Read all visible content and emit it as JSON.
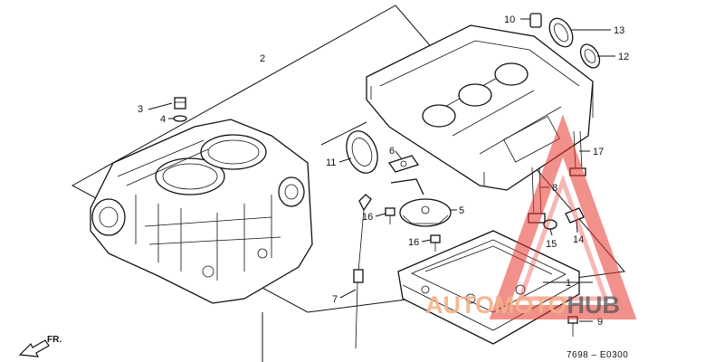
{
  "diagram": {
    "callouts": [
      {
        "num": "1"
      },
      {
        "num": "2"
      },
      {
        "num": "3"
      },
      {
        "num": "4"
      },
      {
        "num": "5"
      },
      {
        "num": "6"
      },
      {
        "num": "7"
      },
      {
        "num": "8"
      },
      {
        "num": "9"
      },
      {
        "num": "10"
      },
      {
        "num": "11"
      },
      {
        "num": "12"
      },
      {
        "num": "13"
      },
      {
        "num": "14"
      },
      {
        "num": "15"
      },
      {
        "num": "16"
      },
      {
        "num": "16"
      },
      {
        "num": "17"
      }
    ],
    "direction_label": "FR.",
    "figure_code": "7698 – E0300"
  },
  "watermark": {
    "part_a": "AUTOMOTO",
    "part_b": "HUB",
    "color_triangle": "#e8352b",
    "color_text": "#f3a36f"
  }
}
